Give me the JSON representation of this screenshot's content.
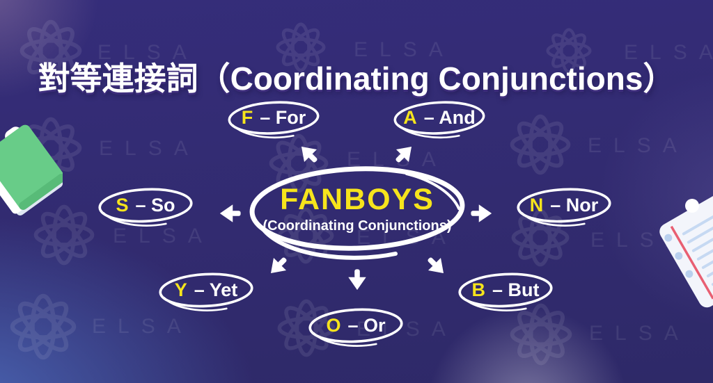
{
  "page": {
    "title": "對等連接詞（Coordinating Conjunctions）"
  },
  "center_node": {
    "acronym": "FANBOYS",
    "subtitle": "(Coordinating Conjunctions)"
  },
  "nodes": [
    {
      "letter": "F",
      "rest": "– For"
    },
    {
      "letter": "A",
      "rest": "– And"
    },
    {
      "letter": "S",
      "rest": "– So"
    },
    {
      "letter": "N",
      "rest": "– Nor"
    },
    {
      "letter": "Y",
      "rest": "– Yet"
    },
    {
      "letter": "O",
      "rest": "– Or"
    },
    {
      "letter": "B",
      "rest": "– But"
    }
  ],
  "watermark": {
    "brand": "ELSA"
  },
  "colors": {
    "accent_yellow": "#f6e41c",
    "text_white": "#ffffff",
    "background_top": "#352d7a",
    "background_bottom_left": "#4a64b2",
    "book_green": "#68cc88",
    "notepad_margin_red": "#e85f72",
    "notepad_line_blue": "#c6d9f2"
  }
}
